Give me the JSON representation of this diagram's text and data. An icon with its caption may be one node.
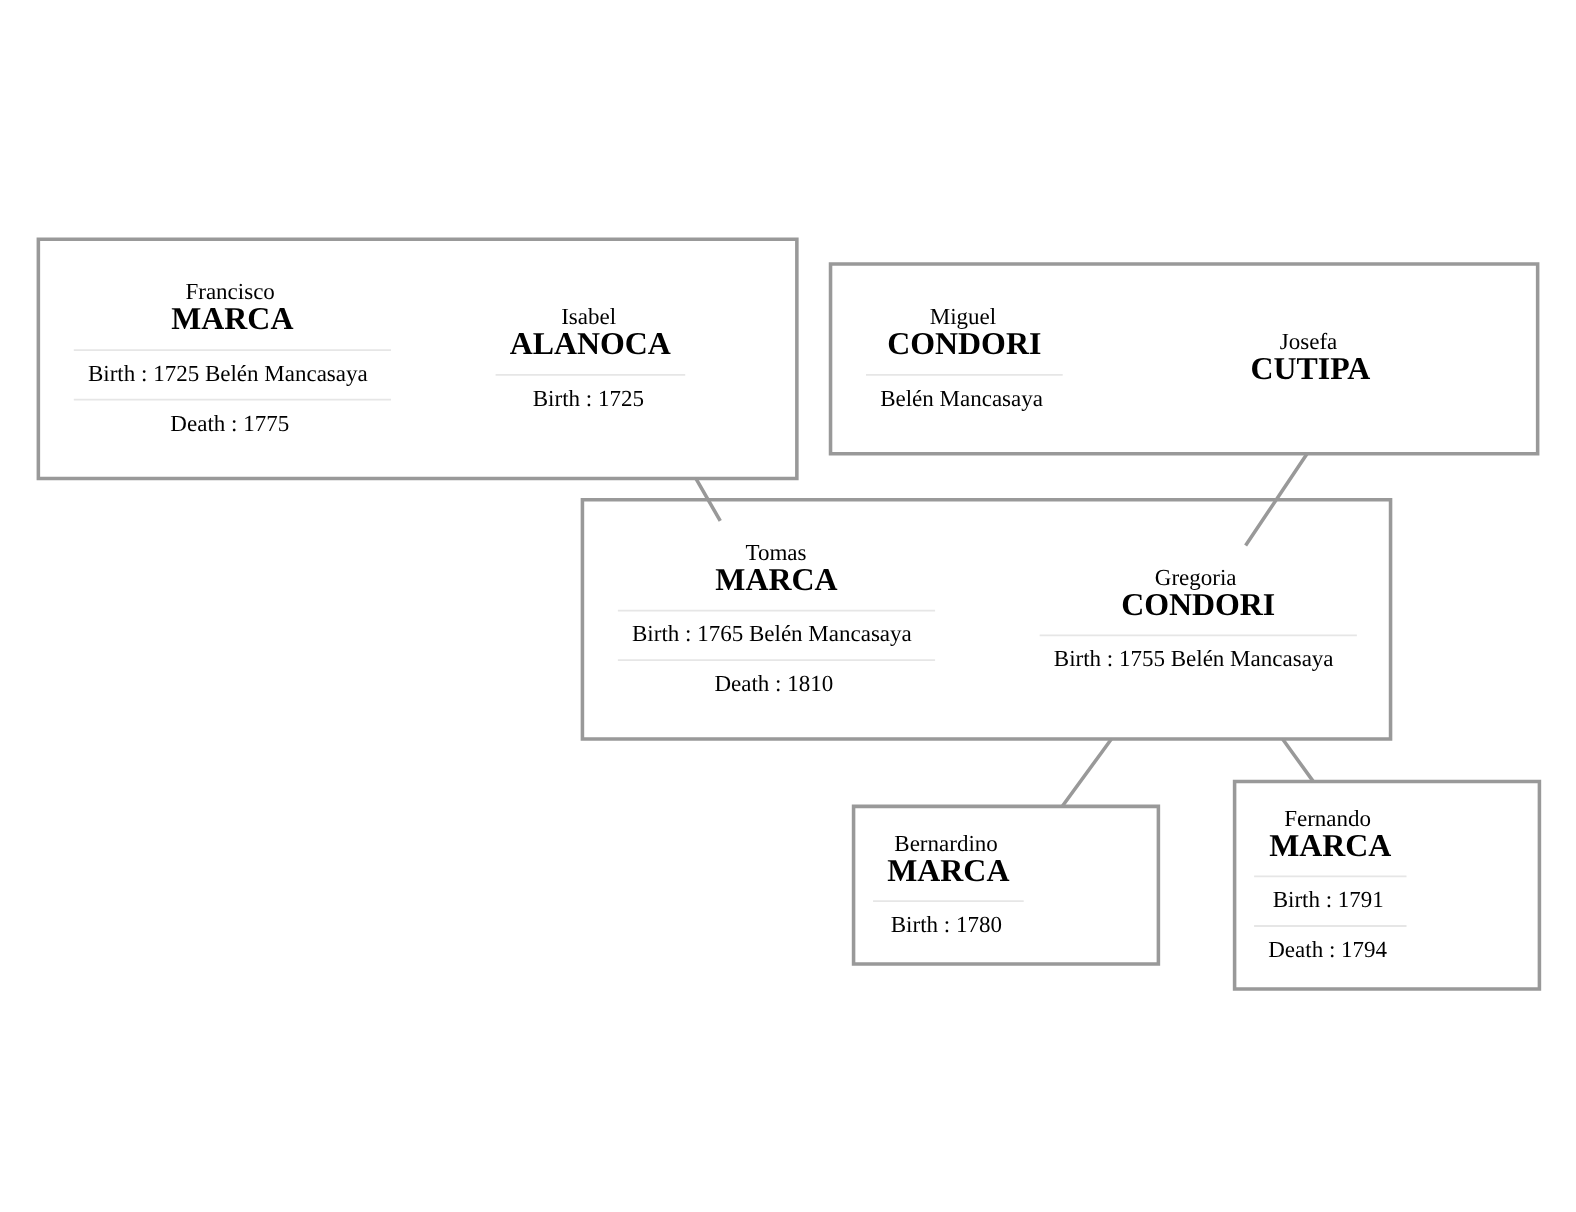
{
  "diagram": {
    "nodes": [
      {
        "text": [],
        "shape": "box"
      },
      {
        "text": [
          "Francisco",
          "MARCA",
          "Birth : 1725 Belén Mancasaya",
          "Death : 1775"
        ],
        "in": 0
      },
      {
        "text": [
          "Isabel",
          "ALANOCA",
          "Birth : 1725"
        ],
        "in": 0
      },
      {
        "text": [],
        "shape": "box"
      },
      {
        "text": [
          "Miguel",
          "CONDORI",
          "Belén Mancasaya"
        ],
        "in": 3
      },
      {
        "text": [
          "Josefa",
          "CUTIPA"
        ],
        "in": 3
      },
      {
        "text": [],
        "shape": "box"
      },
      {
        "text": [
          "Tomas",
          "MARCA",
          "Birth : 1765 Belén Mancasaya",
          "Death : 1810"
        ],
        "in": 6
      },
      {
        "text": [
          "Gregoria",
          "CONDORI",
          "Birth : 1755 Belén Mancasaya"
        ],
        "in": 6
      },
      {
        "text": [
          "Bernardino",
          "MARCA",
          "Birth : 1780"
        ]
      },
      {
        "text": [
          "Fernando",
          "MARCA",
          "Birth : 1791",
          "Death : 1794"
        ]
      }
    ],
    "edges": [
      {
        "from": 0,
        "to": 7,
        "arrow": "none"
      },
      {
        "from": 3,
        "to": 8,
        "arrow": "none"
      },
      {
        "from": 6,
        "to": 9,
        "arrow": "none"
      },
      {
        "from": 6,
        "to": 10,
        "arrow": "none"
      }
    ]
  }
}
